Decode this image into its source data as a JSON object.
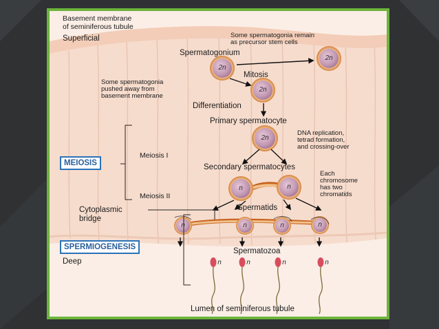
{
  "labels": {
    "basement_membrane": "Basement membrane",
    "of_seminiferous_tubule": "of seminiferous tubule",
    "superficial": "Superficial",
    "remain_line1": "Some spermatogonia remain",
    "remain_line2": "as precursor stem cells",
    "spermatogonium": "Spermatogonium",
    "mitosis": "Mitosis",
    "pushed_line1": "Some spermatogonia",
    "pushed_line2": "pushed away from",
    "pushed_line3": "basement membrane",
    "differentiation": "Differentiation",
    "primary_spermatocyte": "Primary spermatocyte",
    "dna_line1": "DNA replication,",
    "dna_line2": "tetrad formation,",
    "dna_line3": "and crossing-over",
    "meiosis": "MEIOSIS",
    "meiosis_1": "Meiosis I",
    "meiosis_2": "Meiosis II",
    "secondary_spermatocytes": "Secondary spermatocytes",
    "each_line1": "Each",
    "each_line2": "chromosome",
    "each_line3": "has two",
    "each_line4": "chromatids",
    "cytoplasmic": "Cytoplasmic",
    "bridge": "bridge",
    "spermatids": "Spermatids",
    "spermiogenesis": "SPERMIOGENESIS",
    "spermatozoa": "Spermatozoa",
    "deep": "Deep",
    "lumen": "Lumen of seminiferous tubule"
  },
  "ploidy": {
    "diploid": "2n",
    "haploid": "n"
  },
  "colors": {
    "frame": "#6cb43c",
    "box_border": "#2a72b8",
    "cell": "#c99bb6",
    "cell_rim": "#d8822e"
  }
}
